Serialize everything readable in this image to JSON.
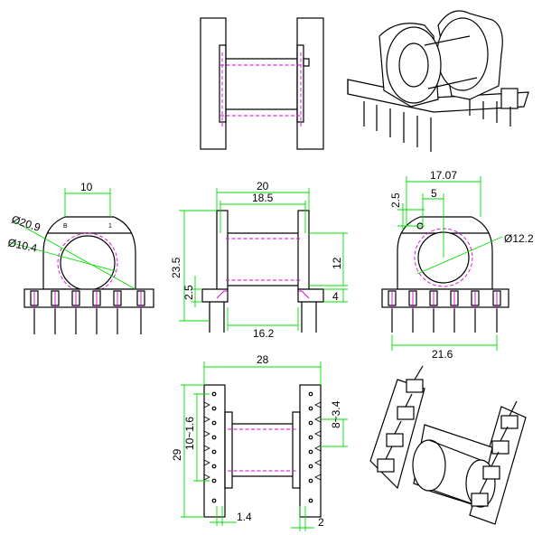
{
  "front_view": {
    "width": "20",
    "inner_width": "18.5",
    "height": "23.5",
    "window_height": "12",
    "base_height": "2.5",
    "base_step": "4",
    "pin_span": "16.2"
  },
  "side_view": {
    "width": "10",
    "outer_dia": "Ø20.9",
    "inner_dia": "Ø10.4",
    "mark_b": "B",
    "mark_1": "1"
  },
  "right_view": {
    "width": "17.07",
    "offset_height": "2.5",
    "offset": "5",
    "bore_dia": "Ø12.2",
    "pin_span": "21.6"
  },
  "bottom_view": {
    "width": "28",
    "height": "29",
    "pitch_range": "10~1.6",
    "slot_range": "8~3.4",
    "pin_size": "1.4",
    "flange": "2"
  }
}
